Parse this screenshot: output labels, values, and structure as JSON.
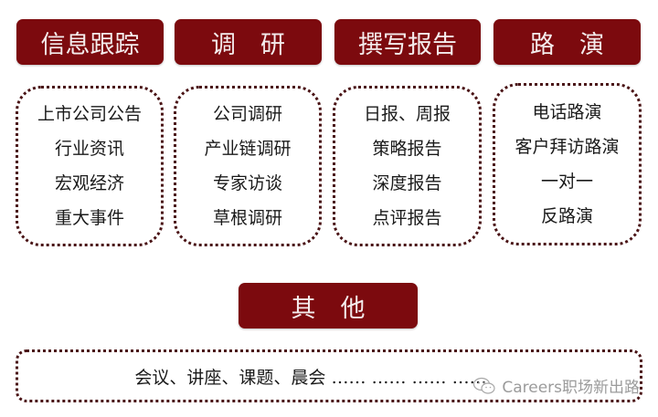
{
  "categories": [
    {
      "title": "信息跟踪",
      "items": [
        "上市公司公告",
        "行业资讯",
        "宏观经济",
        "重大事件"
      ]
    },
    {
      "title": "调　研",
      "items": [
        "公司调研",
        "产业链调研",
        "专家访谈",
        "草根调研"
      ]
    },
    {
      "title": "撰写报告",
      "items": [
        "日报、周报",
        "策略报告",
        "深度报告",
        "点评报告"
      ]
    },
    {
      "title": "路　演",
      "items": [
        "电话路演",
        "客户拜访路演",
        "一对一",
        "反路演"
      ]
    }
  ],
  "other": {
    "title": "其　他",
    "text": "会议、讲座、课题、晨会 …… …… …… ……"
  },
  "watermark": {
    "icon": "wechat-icon",
    "text": "Careers职场新出路"
  },
  "colors": {
    "header_bg": "#7c0a0e",
    "header_text": "#f4ecec",
    "dotted_border": "#4a1416"
  }
}
